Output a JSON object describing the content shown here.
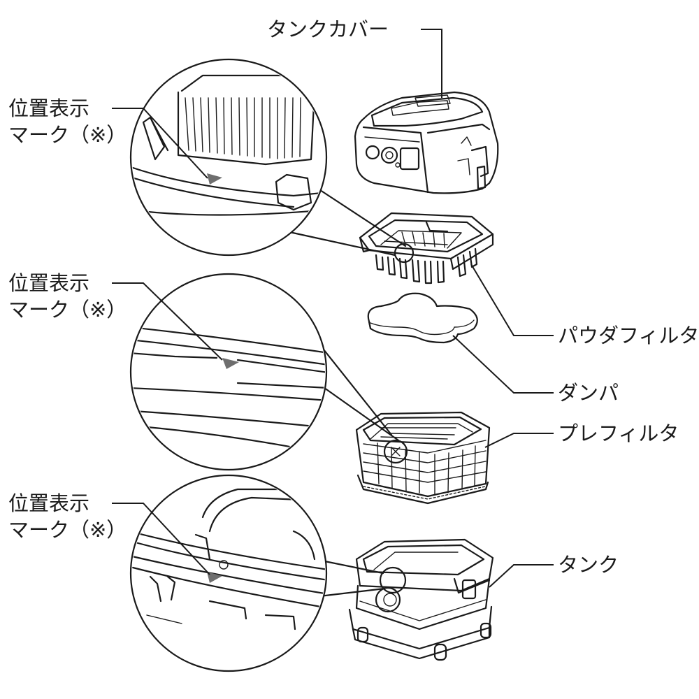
{
  "labels": {
    "tank_cover": "タンクカバー",
    "powder_filter": "パウダフィルタ",
    "damper": "ダンパ",
    "pre_filter": "プレフィルタ",
    "tank": "タンク",
    "position_mark_line1": "位置表示",
    "position_mark_line2": "マーク（※）"
  },
  "colors": {
    "line": "#1a1a1a",
    "mark": "#6e6e6e",
    "background": "#ffffff"
  }
}
